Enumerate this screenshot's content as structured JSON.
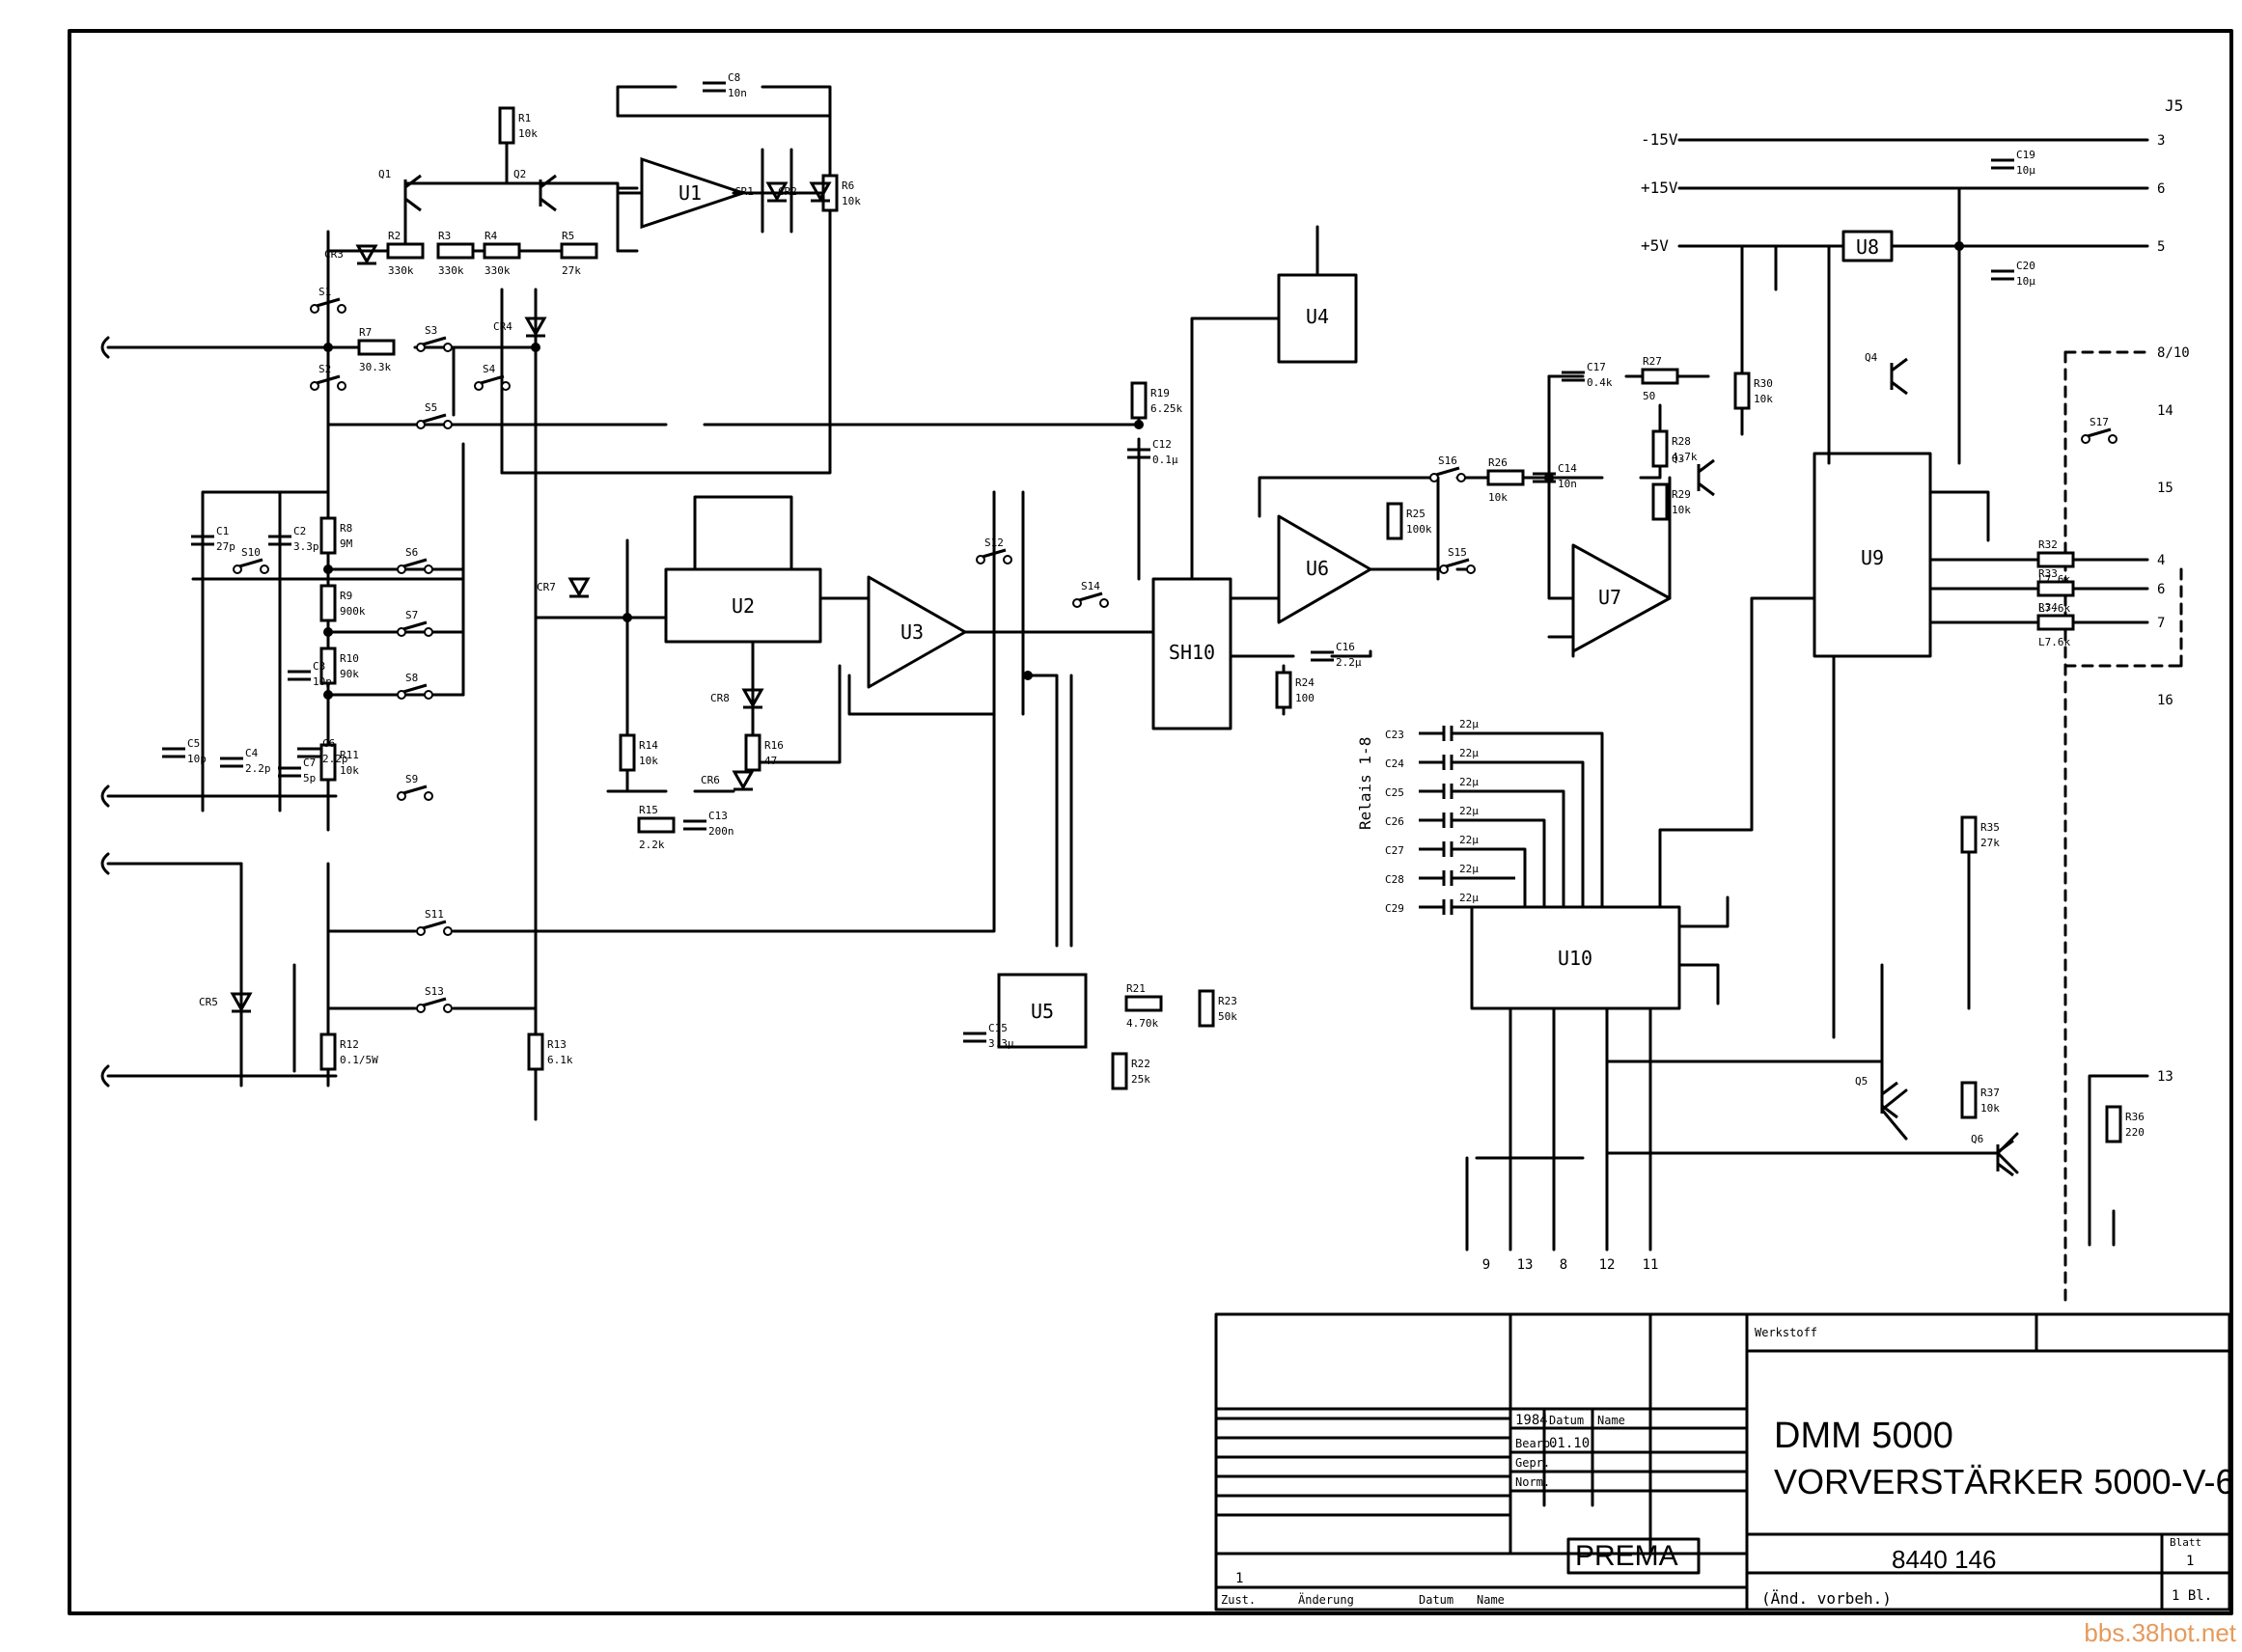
{
  "sheet": {
    "connector": "J5",
    "supply_labels": [
      "-15V",
      "+15V",
      "+5V"
    ],
    "connector_pins": [
      "3",
      "6",
      "5",
      "8/10",
      "14",
      "15",
      "4",
      "6",
      "7",
      "16",
      "13"
    ],
    "bottom_pins": [
      "9",
      "13",
      "8",
      "12",
      "11"
    ],
    "relais_label": "Relais 1-8"
  },
  "components": {
    "ics": [
      "U1",
      "U2",
      "U3",
      "U4",
      "U5",
      "U6",
      "U7",
      "U8",
      "U9",
      "U10",
      "SH10"
    ],
    "resistors": [
      {
        "ref": "R1",
        "value": "10k"
      },
      {
        "ref": "R2",
        "value": "330k"
      },
      {
        "ref": "R3",
        "value": "330k"
      },
      {
        "ref": "R4",
        "value": "330k"
      },
      {
        "ref": "R5",
        "value": "27k"
      },
      {
        "ref": "R6",
        "value": "10k"
      },
      {
        "ref": "R7",
        "value": "30.3k"
      },
      {
        "ref": "R8",
        "value": "9M"
      },
      {
        "ref": "R9",
        "value": "900k"
      },
      {
        "ref": "R10",
        "value": "90k"
      },
      {
        "ref": "R11",
        "value": "10k"
      },
      {
        "ref": "R12",
        "value": "0.1/5W"
      },
      {
        "ref": "R13",
        "value": "6.1k"
      },
      {
        "ref": "R14",
        "value": "10k"
      },
      {
        "ref": "R15",
        "value": "2.2k"
      },
      {
        "ref": "R16",
        "value": "47"
      },
      {
        "ref": "R19",
        "value": "6.25k"
      },
      {
        "ref": "R21",
        "value": "4.70k"
      },
      {
        "ref": "R22",
        "value": "25k"
      },
      {
        "ref": "R23",
        "value": "50k"
      },
      {
        "ref": "R24",
        "value": "100"
      },
      {
        "ref": "R25",
        "value": "100k"
      },
      {
        "ref": "R26",
        "value": "10k"
      },
      {
        "ref": "R27",
        "value": "50"
      },
      {
        "ref": "R28",
        "value": "4.7k"
      },
      {
        "ref": "R29",
        "value": "10k"
      },
      {
        "ref": "R30",
        "value": "10k"
      },
      {
        "ref": "R32",
        "value": "L7.6k"
      },
      {
        "ref": "R33",
        "value": "L7.6k"
      },
      {
        "ref": "R34",
        "value": "L7.6k"
      },
      {
        "ref": "R35",
        "value": "27k"
      },
      {
        "ref": "R36",
        "value": "220"
      },
      {
        "ref": "R37",
        "value": "10k"
      }
    ],
    "capacitors": [
      {
        "ref": "C1",
        "value": "27p"
      },
      {
        "ref": "C2",
        "value": "3.3p"
      },
      {
        "ref": "C3",
        "value": "10p"
      },
      {
        "ref": "C4",
        "value": "2.2p"
      },
      {
        "ref": "C5",
        "value": "10p"
      },
      {
        "ref": "C6",
        "value": "2.2p"
      },
      {
        "ref": "C7",
        "value": "5p"
      },
      {
        "ref": "C8",
        "value": "10n"
      },
      {
        "ref": "C12",
        "value": "0.1µ"
      },
      {
        "ref": "C13",
        "value": "200n"
      },
      {
        "ref": "C14",
        "value": "10n"
      },
      {
        "ref": "C15",
        "value": "3.3µ"
      },
      {
        "ref": "C16",
        "value": "2.2µ"
      },
      {
        "ref": "C17",
        "value": "0.4k"
      },
      {
        "ref": "C19",
        "value": "10µ"
      },
      {
        "ref": "C20",
        "value": "10µ"
      }
    ],
    "relay_caps": [
      {
        "ref": "C23",
        "value": "22µ"
      },
      {
        "ref": "C24",
        "value": "22µ"
      },
      {
        "ref": "C25",
        "value": "22µ"
      },
      {
        "ref": "C26",
        "value": "22µ"
      },
      {
        "ref": "C27",
        "value": "22µ"
      },
      {
        "ref": "C28",
        "value": "22µ"
      },
      {
        "ref": "C29",
        "value": "22µ"
      }
    ],
    "switches": [
      "S1",
      "S2",
      "S3",
      "S4",
      "S5",
      "S6",
      "S7",
      "S8",
      "S9",
      "S10",
      "S11",
      "S12",
      "S13",
      "S14",
      "S15",
      "S16",
      "S17"
    ],
    "diodes": [
      "CR1",
      "CR2",
      "CR3",
      "CR4",
      "CR5",
      "CR6",
      "CR7",
      "CR8"
    ],
    "transistors": [
      "Q1",
      "Q2",
      "Q3",
      "Q4",
      "Q5",
      "Q6"
    ]
  },
  "title_block": {
    "title_line1": "DMM 5000",
    "title_line2": "VORVERSTÄRKER 5000-V-6",
    "drawing_number": "8440 146",
    "company": "PREMA",
    "year": "1984",
    "date_header": "Datum",
    "name_header": "Name",
    "bearb_label": "Bearb.",
    "bearb_date": "01.10",
    "gepr_label": "Gepr.",
    "norm_label": "Norm.",
    "material_label": "Werkstoff",
    "change_footer": "(Änd. vorbeh.)",
    "rev_footer": [
      "Zust.",
      "Änderung",
      "Datum",
      "Name"
    ],
    "rev_number": "1",
    "sheet_label": "Blatt",
    "sheet_number": "1",
    "sheet_count": "1 Bl."
  },
  "watermark": "bbs.38hot.net"
}
